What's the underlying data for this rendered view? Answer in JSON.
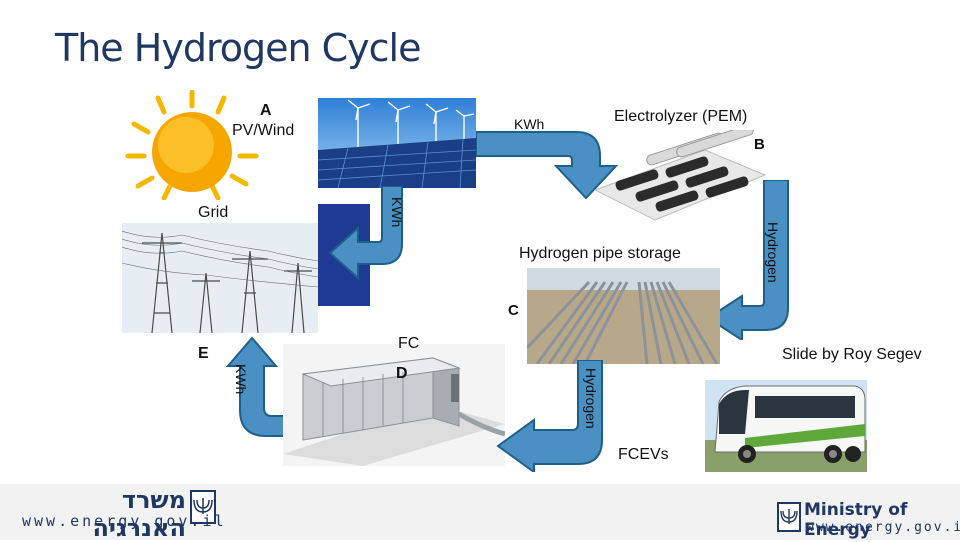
{
  "title": "The Hydrogen Cycle",
  "labels": {
    "a_letter": "A",
    "a_name": "PV/Wind",
    "kwh_top": "KWh",
    "electrolyzer": "Electrolyzer (PEM)",
    "b_letter": "B",
    "grid": "Grid",
    "kwh_grid": "KWh",
    "hydrogen_right": "Hydrogen",
    "pipe_storage": "Hydrogen pipe storage",
    "c_letter": "C",
    "e_letter": "E",
    "kwh_e": "KWh",
    "fc": "FC",
    "d_letter": "D",
    "hydrogen_mid": "Hydrogen",
    "fcevs": "FCEVs",
    "credit": "Slide by Roy Segev"
  },
  "footer": {
    "hebrew_name": "משרד האנרגיה",
    "url_left": "www.energy.gov.il",
    "ministry_name": "Ministry of Energy",
    "url_right": "www.energy.gov.il"
  },
  "colors": {
    "title": "#1f3763",
    "arrow_fill": "#4a90c2",
    "arrow_stroke": "#1f5f8b",
    "grid_block": "#1f3a93"
  }
}
